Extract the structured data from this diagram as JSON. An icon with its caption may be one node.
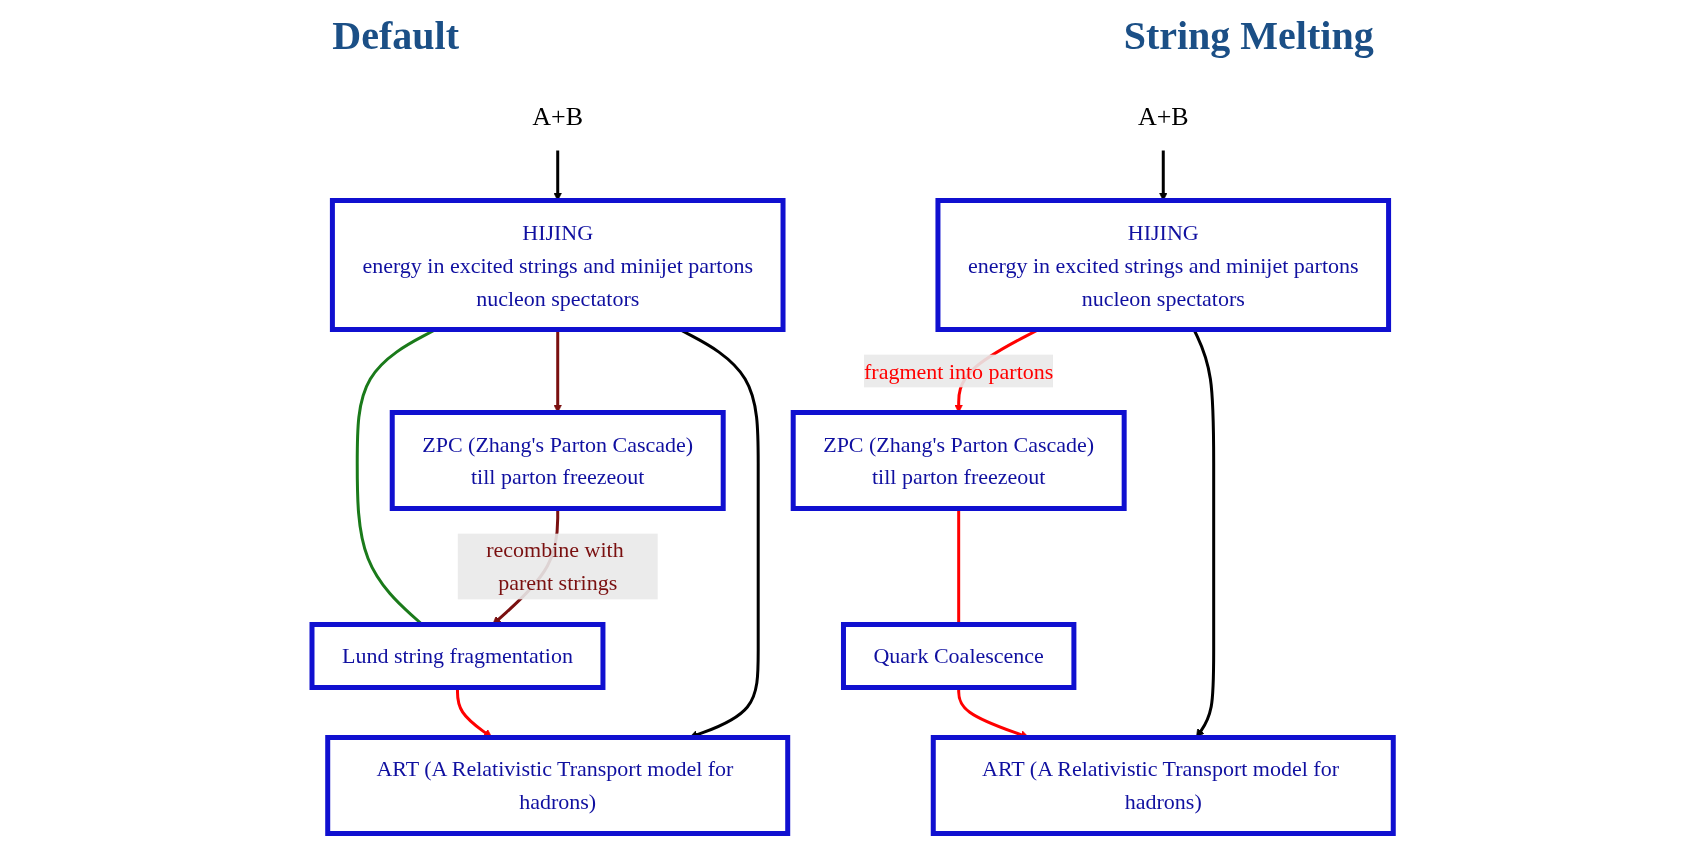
{
  "diagram": {
    "nodes": [
      {
        "text": [
          "A+B"
        ]
      },
      {
        "text": [
          "HIJING",
          "energy in excited strings and minijet partons",
          "nucleon spectators"
        ]
      },
      {
        "text": [
          "ZPC (Zhang's Parton Cascade)",
          "till parton freezeout"
        ]
      },
      {
        "text": [
          "Lund string fragmentation"
        ]
      },
      {
        "text": [
          "ART (A Relativistic Transport model for hadrons)"
        ]
      },
      {
        "text": [
          "A+B"
        ]
      },
      {
        "text": [
          "HIJING",
          "energy in excited strings and minijet partons",
          "nucleon spectators"
        ]
      },
      {
        "text": [
          "ZPC (Zhang's Parton Cascade)",
          "till parton freezeout"
        ]
      },
      {
        "text": [
          "Quark Coalescence"
        ]
      },
      {
        "text": [
          "ART (A Relativistic Transport model for hadrons)"
        ]
      }
    ],
    "edges": [
      {
        "from": 0,
        "to": 1,
        "arrow": "to"
      },
      {
        "from": 1,
        "to": 2,
        "arrow": "to",
        "color": "#7a1010"
      },
      {
        "from": 1,
        "to": 3,
        "arrow": "none",
        "color": "#1a7a1a"
      },
      {
        "from": 2,
        "to": 3,
        "arrow": "to",
        "label": "recombine with parent strings",
        "color": "#7a1010"
      },
      {
        "from": 3,
        "to": 4,
        "arrow": "to",
        "color": "#ff0000"
      },
      {
        "from": 1,
        "to": 4,
        "arrow": "to"
      },
      {
        "from": 5,
        "to": 6,
        "arrow": "to"
      },
      {
        "from": 6,
        "to": 7,
        "arrow": "to",
        "label": "fragment into partons",
        "color": "#ff0000"
      },
      {
        "from": 7,
        "to": 8,
        "arrow": "none",
        "color": "#ff0000"
      },
      {
        "from": 8,
        "to": 9,
        "arrow": "to",
        "color": "#ff0000"
      },
      {
        "from": 6,
        "to": 9,
        "arrow": "to"
      }
    ],
    "labels": [
      "Default",
      "String Melting"
    ]
  }
}
